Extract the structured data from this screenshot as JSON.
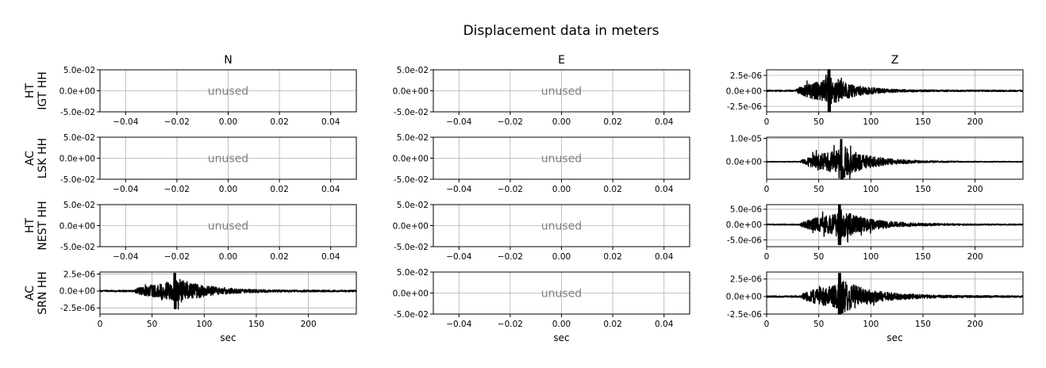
{
  "figure": {
    "title": "Displacement data in meters",
    "column_titles": [
      "N",
      "E",
      "Z"
    ],
    "row_labels": [
      [
        "HT",
        "IGT HH"
      ],
      [
        "AC",
        "LSK HH"
      ],
      [
        "HT",
        "NEST HH"
      ],
      [
        "AC",
        "SRN HH"
      ]
    ],
    "xlabel": "sec",
    "unused_label": "unused"
  },
  "chart_data": [
    {
      "panel": "HT IGT HH / N",
      "type": "line",
      "unused": true,
      "title": "N",
      "xlim": [
        -0.05,
        0.05
      ],
      "ylim": [
        -0.05,
        0.05
      ],
      "xticks": [
        -0.04,
        -0.02,
        0.0,
        0.02,
        0.04
      ],
      "xtick_labels": [
        "−0.04",
        "−0.02",
        "0.00",
        "0.02",
        "0.04"
      ],
      "yticks": [
        0.05,
        0.0,
        -0.05
      ],
      "ytick_labels": [
        "5.0e-02",
        "0.0e+00",
        "-5.0e-02"
      ],
      "grid": true
    },
    {
      "panel": "HT IGT HH / E",
      "type": "line",
      "unused": true,
      "title": "E",
      "xlim": [
        -0.05,
        0.05
      ],
      "ylim": [
        -0.05,
        0.05
      ],
      "xticks": [
        -0.04,
        -0.02,
        0.0,
        0.02,
        0.04
      ],
      "xtick_labels": [
        "−0.04",
        "−0.02",
        "0.00",
        "0.02",
        "0.04"
      ],
      "yticks": [
        0.05,
        0.0,
        -0.05
      ],
      "ytick_labels": [
        "5.0e-02",
        "0.0e+00",
        "-5.0e-02"
      ],
      "grid": true
    },
    {
      "panel": "HT IGT HH / Z",
      "type": "line",
      "unused": false,
      "title": "Z",
      "xlim": [
        0,
        246
      ],
      "ylim": [
        -3.4e-06,
        3.4e-06
      ],
      "xticks": [
        0,
        50,
        100,
        150,
        200
      ],
      "xtick_labels": [
        "0",
        "50",
        "100",
        "150",
        "200"
      ],
      "yticks": [
        2.5e-06,
        0.0,
        -2.5e-06
      ],
      "ytick_labels": [
        "2.5e-06",
        "0.0e+00",
        "-2.5e-06"
      ],
      "grid": true,
      "trace": {
        "onset_s": 28,
        "peak_s": 60,
        "peak_amp": 3.4e-06,
        "noise_amp": 1.2e-07,
        "decay_s": 22
      }
    },
    {
      "panel": "AC LSK HH / N",
      "type": "line",
      "unused": true,
      "xlim": [
        -0.05,
        0.05
      ],
      "ylim": [
        -0.05,
        0.05
      ],
      "xticks": [
        -0.04,
        -0.02,
        0.0,
        0.02,
        0.04
      ],
      "xtick_labels": [
        "−0.04",
        "−0.02",
        "0.00",
        "0.02",
        "0.04"
      ],
      "yticks": [
        0.05,
        0.0,
        -0.05
      ],
      "ytick_labels": [
        "5.0e-02",
        "0.0e+00",
        "-5.0e-02"
      ],
      "grid": true
    },
    {
      "panel": "AC LSK HH / E",
      "type": "line",
      "unused": true,
      "xlim": [
        -0.05,
        0.05
      ],
      "ylim": [
        -0.05,
        0.05
      ],
      "xticks": [
        -0.04,
        -0.02,
        0.0,
        0.02,
        0.04
      ],
      "xtick_labels": [
        "−0.04",
        "−0.02",
        "0.00",
        "0.02",
        "0.04"
      ],
      "yticks": [
        0.05,
        0.0,
        -0.05
      ],
      "ytick_labels": [
        "5.0e-02",
        "0.0e+00",
        "-5.0e-02"
      ],
      "grid": true
    },
    {
      "panel": "AC LSK HH / Z",
      "type": "line",
      "unused": false,
      "xlim": [
        0,
        246
      ],
      "ylim": [
        -7.5e-06,
        1.05e-05
      ],
      "xticks": [
        0,
        50,
        100,
        150,
        200
      ],
      "xtick_labels": [
        "0",
        "50",
        "100",
        "150",
        "200"
      ],
      "yticks": [
        1e-05,
        0.0
      ],
      "ytick_labels": [
        "1.0e-05",
        "0.0e+00"
      ],
      "grid": true,
      "trace": {
        "onset_s": 32,
        "peak_s": 72,
        "peak_amp": 9.5e-06,
        "noise_amp": 1.5e-07,
        "decay_s": 26
      }
    },
    {
      "panel": "HT NEST HH / N",
      "type": "line",
      "unused": true,
      "xlim": [
        -0.05,
        0.05
      ],
      "ylim": [
        -0.05,
        0.05
      ],
      "xticks": [
        -0.04,
        -0.02,
        0.0,
        0.02,
        0.04
      ],
      "xtick_labels": [
        "−0.04",
        "−0.02",
        "0.00",
        "0.02",
        "0.04"
      ],
      "yticks": [
        0.05,
        0.0,
        -0.05
      ],
      "ytick_labels": [
        "5.0e-02",
        "0.0e+00",
        "-5.0e-02"
      ],
      "grid": true
    },
    {
      "panel": "HT NEST HH / E",
      "type": "line",
      "unused": true,
      "xlim": [
        -0.05,
        0.05
      ],
      "ylim": [
        -0.05,
        0.05
      ],
      "xticks": [
        -0.04,
        -0.02,
        0.0,
        0.02,
        0.04
      ],
      "xtick_labels": [
        "−0.04",
        "−0.02",
        "0.00",
        "0.02",
        "0.04"
      ],
      "yticks": [
        0.05,
        0.0,
        -0.05
      ],
      "ytick_labels": [
        "5.0e-02",
        "0.0e+00",
        "-5.0e-02"
      ],
      "grid": true
    },
    {
      "panel": "HT NEST HH / Z",
      "type": "line",
      "unused": false,
      "xlim": [
        0,
        246
      ],
      "ylim": [
        -7.2e-06,
        6.5e-06
      ],
      "xticks": [
        0,
        50,
        100,
        150,
        200
      ],
      "xtick_labels": [
        "0",
        "50",
        "100",
        "150",
        "200"
      ],
      "yticks": [
        5e-06,
        0.0,
        -5e-06
      ],
      "ytick_labels": [
        "5.0e-06",
        "0.0e+00",
        "-5.0e-06"
      ],
      "grid": true,
      "trace": {
        "onset_s": 32,
        "peak_s": 70,
        "peak_amp": 6.5e-06,
        "noise_amp": 1.8e-07,
        "decay_s": 28
      }
    },
    {
      "panel": "AC SRN HH / N",
      "type": "line",
      "unused": false,
      "xlim": [
        0,
        246
      ],
      "ylim": [
        -3.4e-06,
        2.8e-06
      ],
      "xticks": [
        0,
        50,
        100,
        150,
        200
      ],
      "xtick_labels": [
        "0",
        "50",
        "100",
        "150",
        "200"
      ],
      "yticks": [
        2.5e-06,
        0.0,
        -2.5e-06
      ],
      "ytick_labels": [
        "2.5e-06",
        "0.0e+00",
        "-2.5e-06"
      ],
      "grid": true,
      "xlabel": "sec",
      "trace": {
        "onset_s": 33,
        "peak_s": 72,
        "peak_amp": 2.6e-06,
        "noise_amp": 1.2e-07,
        "decay_s": 28
      }
    },
    {
      "panel": "AC SRN HH / E",
      "type": "line",
      "unused": true,
      "xlim": [
        -0.05,
        0.05
      ],
      "ylim": [
        -0.05,
        0.05
      ],
      "xticks": [
        -0.04,
        -0.02,
        0.0,
        0.02,
        0.04
      ],
      "xtick_labels": [
        "−0.04",
        "−0.02",
        "0.00",
        "0.02",
        "0.04"
      ],
      "yticks": [
        0.05,
        0.0,
        -0.05
      ],
      "ytick_labels": [
        "5.0e-02",
        "0.0e+00",
        "-5.0e-02"
      ],
      "grid": true,
      "xlabel": "sec"
    },
    {
      "panel": "AC SRN HH / Z",
      "type": "line",
      "unused": false,
      "xlim": [
        0,
        246
      ],
      "ylim": [
        -2.5e-06,
        3.5e-06
      ],
      "xticks": [
        0,
        50,
        100,
        150,
        200
      ],
      "xtick_labels": [
        "0",
        "50",
        "100",
        "150",
        "200"
      ],
      "yticks": [
        2.5e-06,
        0.0,
        -2.5e-06
      ],
      "ytick_labels": [
        "2.5e-06",
        "0.0e+00",
        "-2.5e-06"
      ],
      "grid": true,
      "xlabel": "sec",
      "trace": {
        "onset_s": 33,
        "peak_s": 70,
        "peak_amp": 3.3e-06,
        "noise_amp": 1.2e-07,
        "decay_s": 30
      }
    }
  ],
  "colors": {
    "trace": "#000000",
    "grid": "#b0b0b0",
    "unused_text": "#808080",
    "axes": "#000000"
  }
}
